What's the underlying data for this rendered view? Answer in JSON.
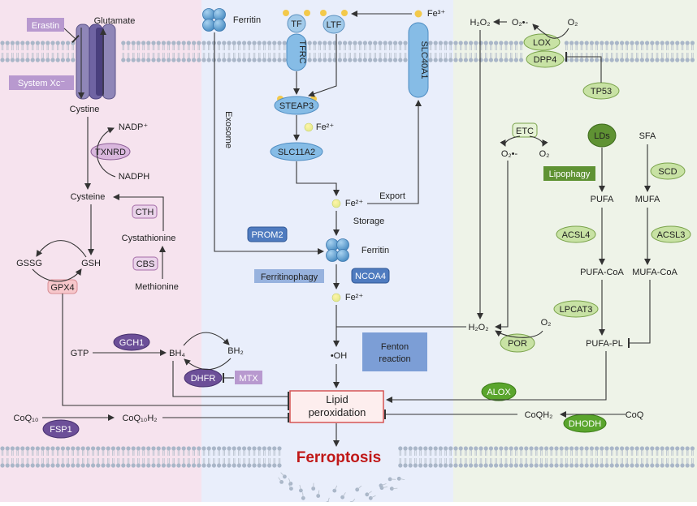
{
  "colors": {
    "panel_left": "#f6e3ee",
    "panel_mid": "#e9eefb",
    "panel_right": "#eef3e8",
    "membrane_head": "#a9b6c8",
    "ferroptosis_red": "#c01818",
    "lipid_box_border": "#d34a4a",
    "lipid_box_fill": "#fdeeee"
  },
  "left": {
    "erastin": "Erastin",
    "glutamate": "Glutamate",
    "system_xc": "System Xc⁻",
    "cystine": "Cystine",
    "nadp_plus": "NADP⁺",
    "txnrd": "TXNRD",
    "nadph": "NADPH",
    "cysteine": "Cysteine",
    "cth": "CTH",
    "cystathionine": "Cystathionine",
    "cbs": "CBS",
    "methionine": "Methionine",
    "gssg": "GSSG",
    "gsh": "GSH",
    "gpx4": "GPX4",
    "gtp": "GTP",
    "gch1": "GCH1",
    "bh4": "BH₄",
    "bh2": "BH₂",
    "dhfr": "DHFR",
    "mtx": "MTX",
    "coq10": "CoQ₁₀",
    "fsp1": "FSP1",
    "coq10h2": "CoQ₁₀H₂"
  },
  "middle": {
    "ferritin_top": "Ferritin",
    "tf": "TF",
    "ltf": "LTF",
    "tfrc": "TFRC",
    "fe3": "Fe³⁺",
    "slc40a1": "SLC40A1",
    "exosome": "Exosome",
    "steap3": "STEAP3",
    "fe2_a": "Fe²⁺",
    "slc11a2": "SLC11A2",
    "fe2_b": "Fe²⁺",
    "export": "Export",
    "storage": "Storage",
    "prom2": "PROM2",
    "ferritin_mid": "Ferritin",
    "ferritinophagy": "Ferritinophagy",
    "ncoa4": "NCOA4",
    "fe2_c": "Fe²⁺",
    "oh": "•OH",
    "fenton": "Fenton reaction",
    "lipid_peroxidation": "Lipid peroxidation",
    "ferroptosis": "Ferroptosis"
  },
  "right": {
    "h2o2_top": "H₂O₂",
    "superoxide_top": "O₂•-",
    "o2_top": "O₂",
    "lox": "LOX",
    "dpp4": "DPP4",
    "tp53": "TP53",
    "etc": "ETC",
    "superoxide_mid": "O₂•-",
    "o2_mid": "O₂",
    "lds": "LDs",
    "lipophagy": "Lipophagy",
    "sfa": "SFA",
    "pufa": "PUFA",
    "scd": "SCD",
    "mufa": "MUFA",
    "acsl4": "ACSL4",
    "acsl3": "ACSL3",
    "pufa_coa": "PUFA-CoA",
    "mufa_coa": "MUFA-CoA",
    "lpcat3": "LPCAT3",
    "h2o2_mid": "H₂O₂",
    "o2_por": "O₂",
    "por": "POR",
    "pufa_pl": "PUFA-PL",
    "alox": "ALOX",
    "coqh2": "CoQH₂",
    "coq": "CoQ",
    "dhodh": "DHODH"
  }
}
